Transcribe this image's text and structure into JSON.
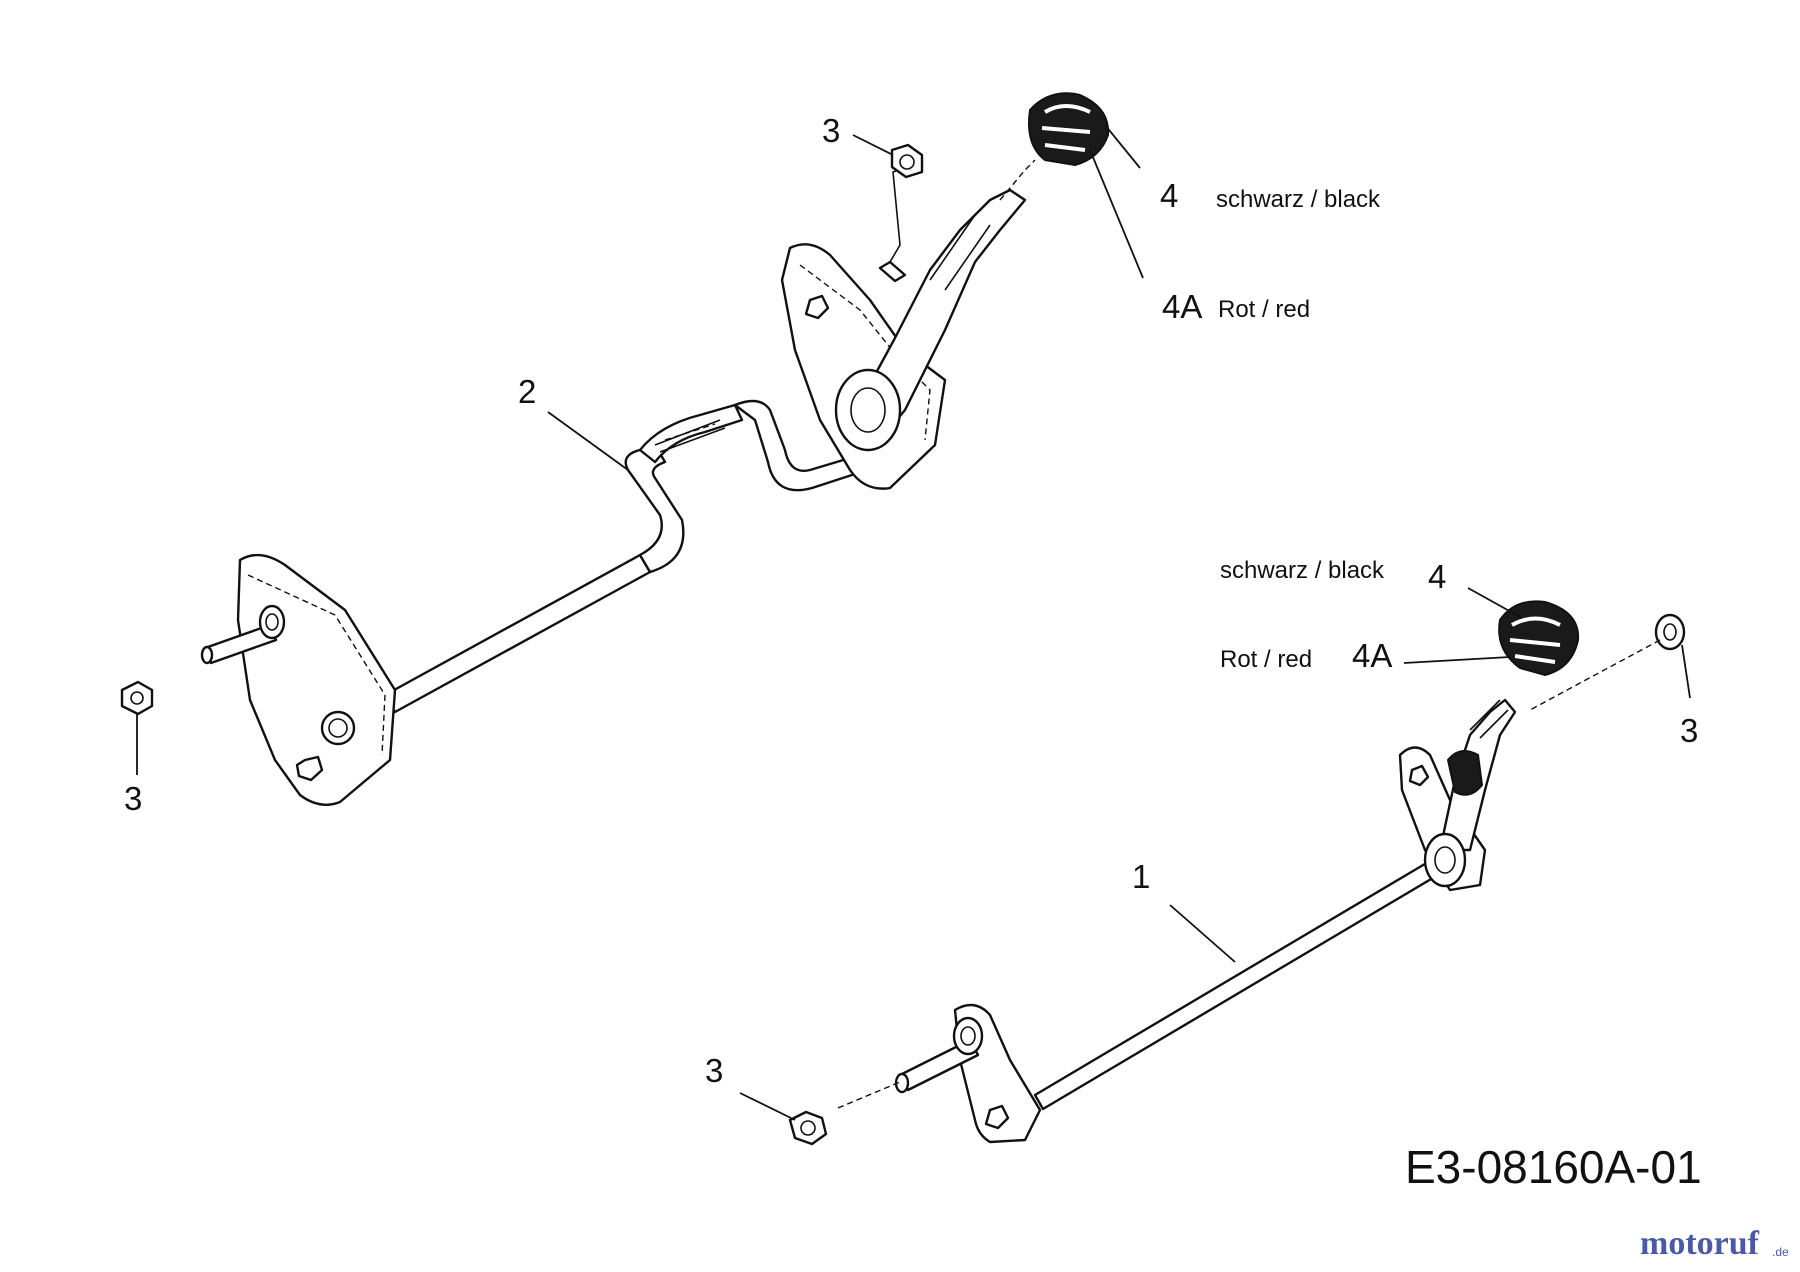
{
  "diagram": {
    "labels": {
      "part_1": "1",
      "part_2": "2",
      "part_3_top": "3",
      "part_3_left": "3",
      "part_3_right": "3",
      "part_3_bottom": "3",
      "part_4_top": "4",
      "part_4a_top": "4A",
      "part_4_right": "4",
      "part_4a_right": "4A",
      "color_black_top": "schwarz / black",
      "color_red_top": "Rot / red",
      "color_black_right": "schwarz / black",
      "color_red_right": "Rot / red"
    },
    "drawing_code": "E3-08160A-01",
    "watermark": {
      "brand": "motoruf",
      "suffix": ".de"
    }
  }
}
